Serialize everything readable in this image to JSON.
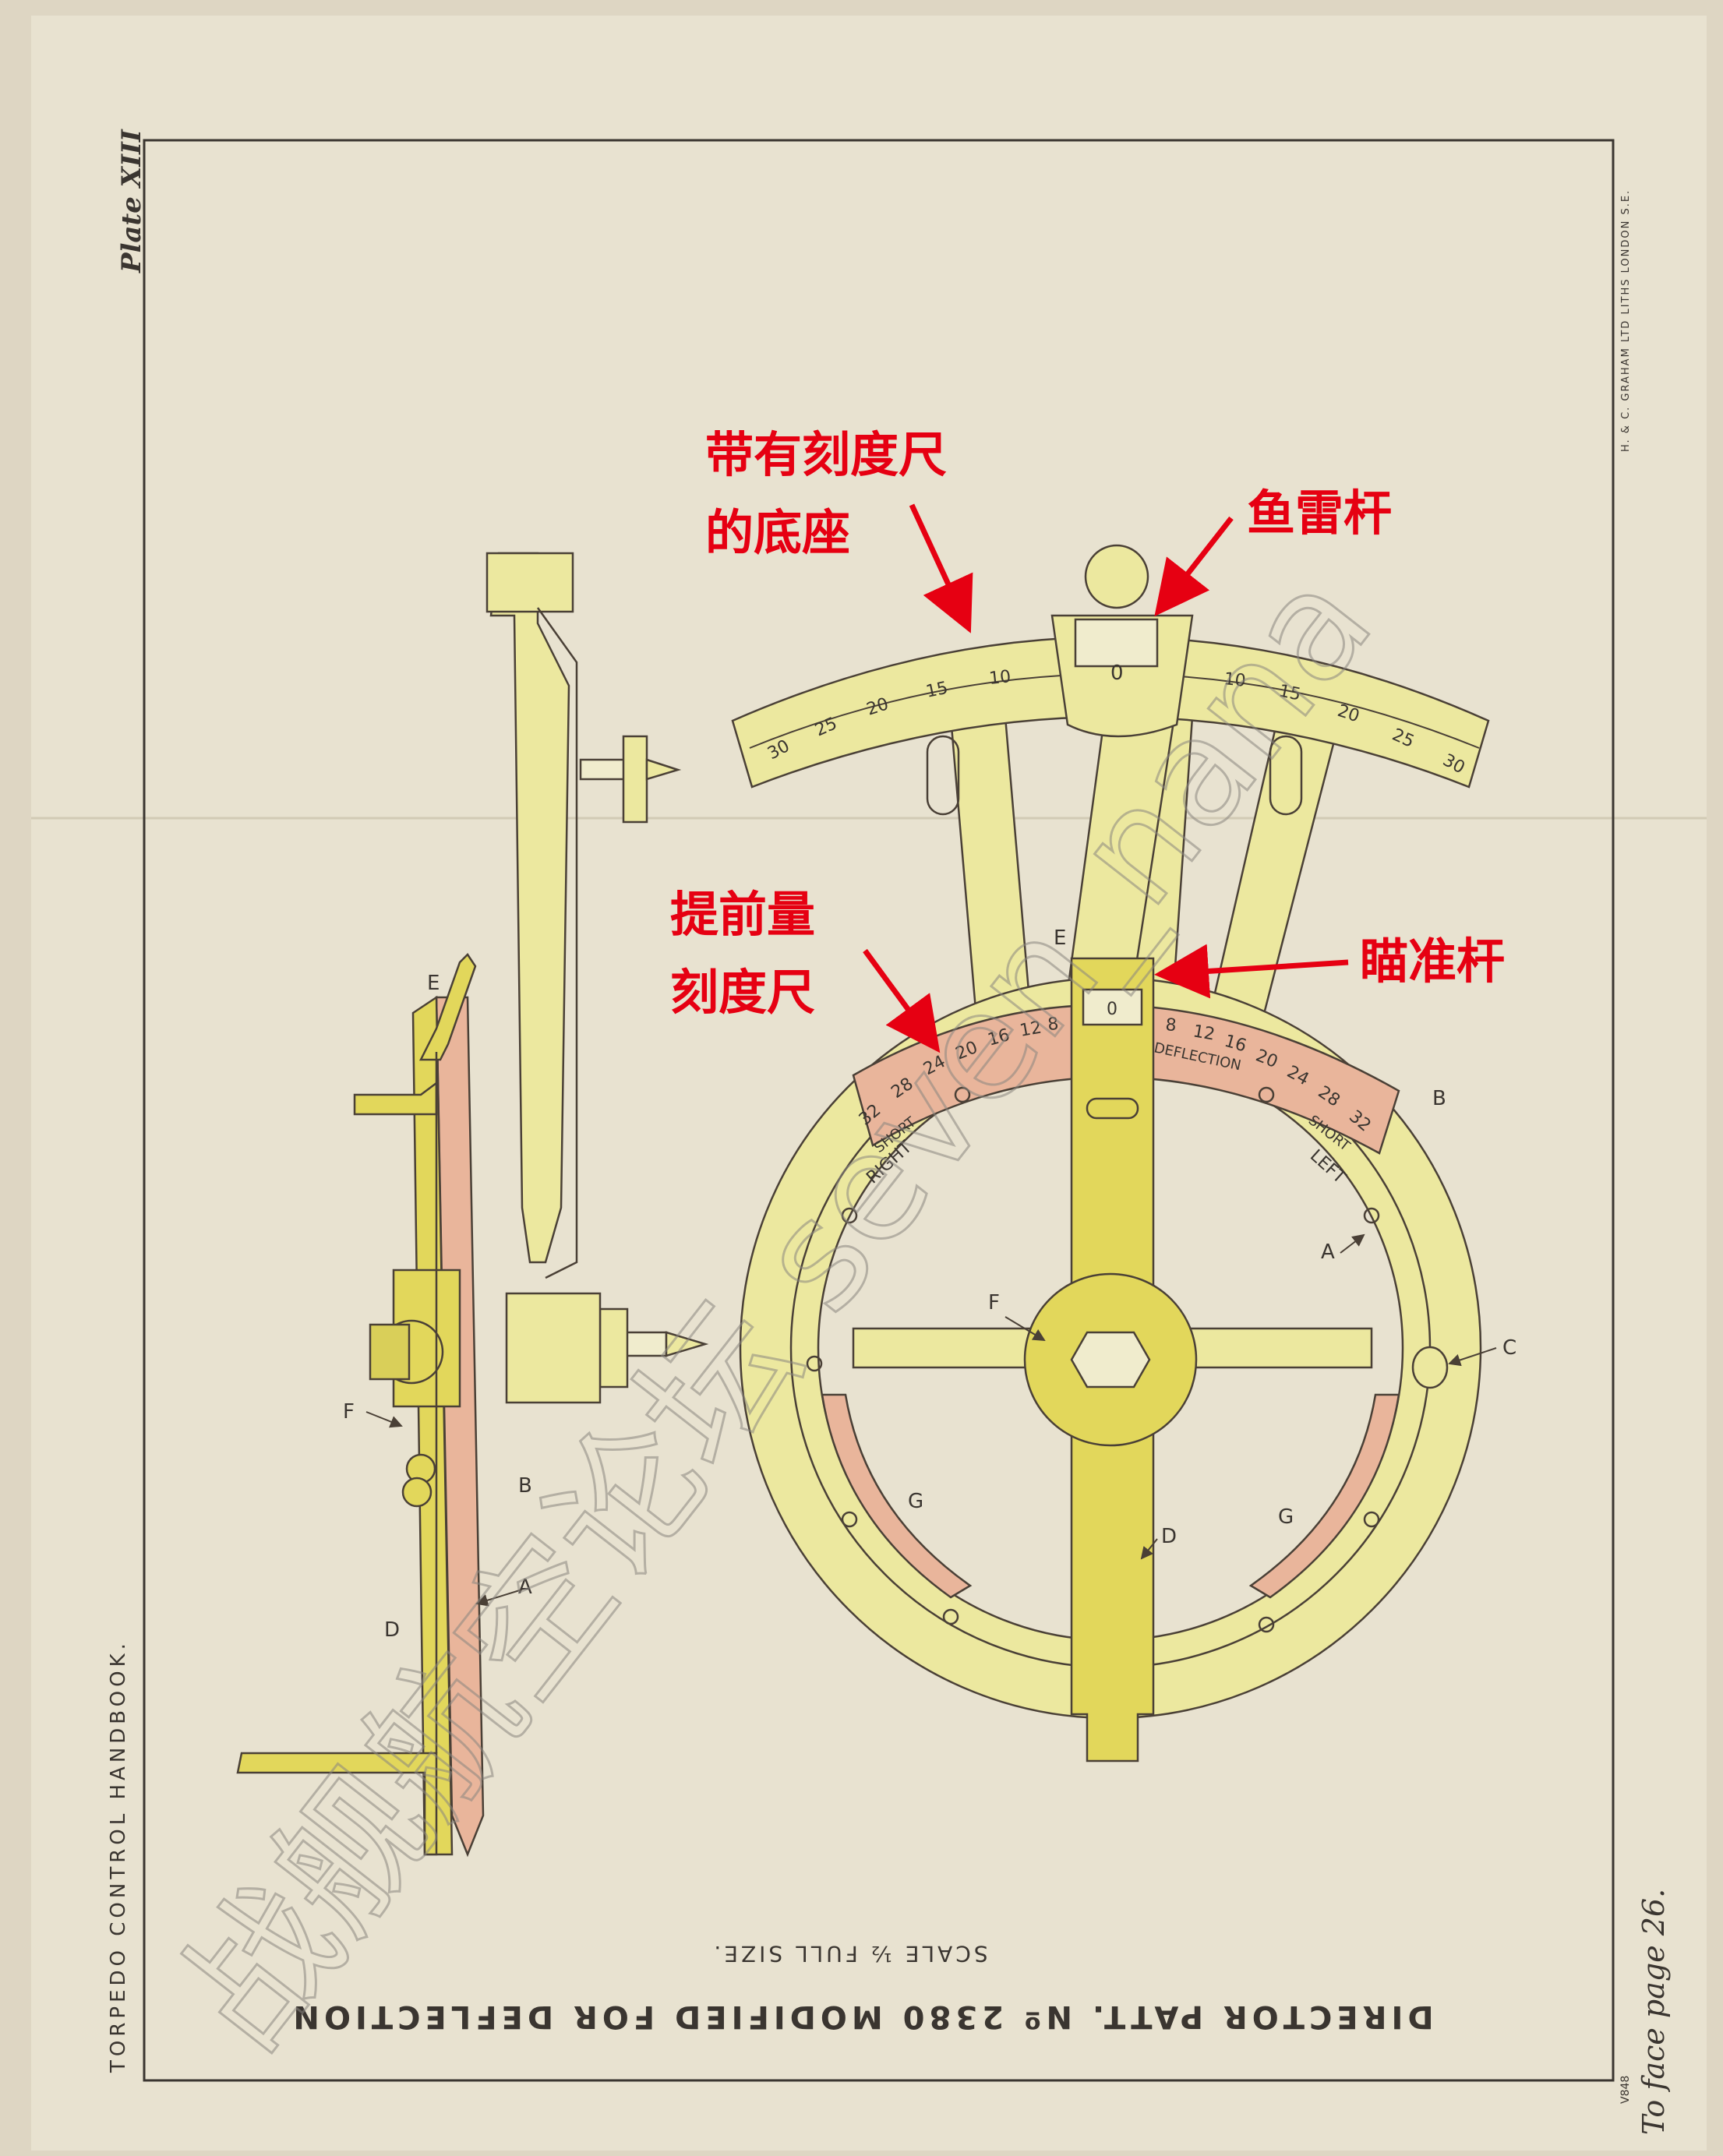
{
  "plate": {
    "number": "Plate XIII",
    "book_title": "TORPEDO CONTROL HANDBOOK.",
    "title": "DIRECTOR PATT. Nº 2380 MODIFIED FOR DEFLECTION",
    "scale": "SCALE ½ FULL SIZE.",
    "page_ref": "To face page 26.",
    "printer": "H. & C. GRAHAM LTD LITHS LONDON S.E.",
    "code": "V848"
  },
  "annotations": {
    "base_with_scale": [
      "带有刻度尺",
      "的底座"
    ],
    "torpedo_bar": "鱼雷杆",
    "lead_scale": [
      "提前量",
      "刻度尺"
    ],
    "sight_bar": "瞄准杆"
  },
  "letters": {
    "A": "A",
    "B": "B",
    "C": "C",
    "D": "D",
    "E": "E",
    "F": "F",
    "G": "G"
  },
  "upper_scale": {
    "left_ticks": [
      "30",
      "25",
      "20",
      "15",
      "10"
    ],
    "right_ticks": [
      "10",
      "15",
      "20",
      "25",
      "30"
    ],
    "zero": "0"
  },
  "deflection_scale": {
    "left_ticks": [
      "32",
      "28",
      "24",
      "20",
      "16",
      "12",
      "8"
    ],
    "right_ticks": [
      "8",
      "12",
      "16",
      "20",
      "24",
      "28",
      "32"
    ],
    "zero": "0",
    "word_deflection": "DEFLECTION",
    "word_short_left": "SHORT",
    "word_short_right": "SHORT",
    "word_right": "RIGHT",
    "word_left": "LEFT"
  },
  "watermark": "战舰航空论坛 seven_nana",
  "colors": {
    "paper": "#e8e2d0",
    "yellow_light": "#ece89f",
    "yellow_dark": "#e2d75b",
    "pink": "#e9b59b",
    "annotation_red": "#e60012"
  }
}
